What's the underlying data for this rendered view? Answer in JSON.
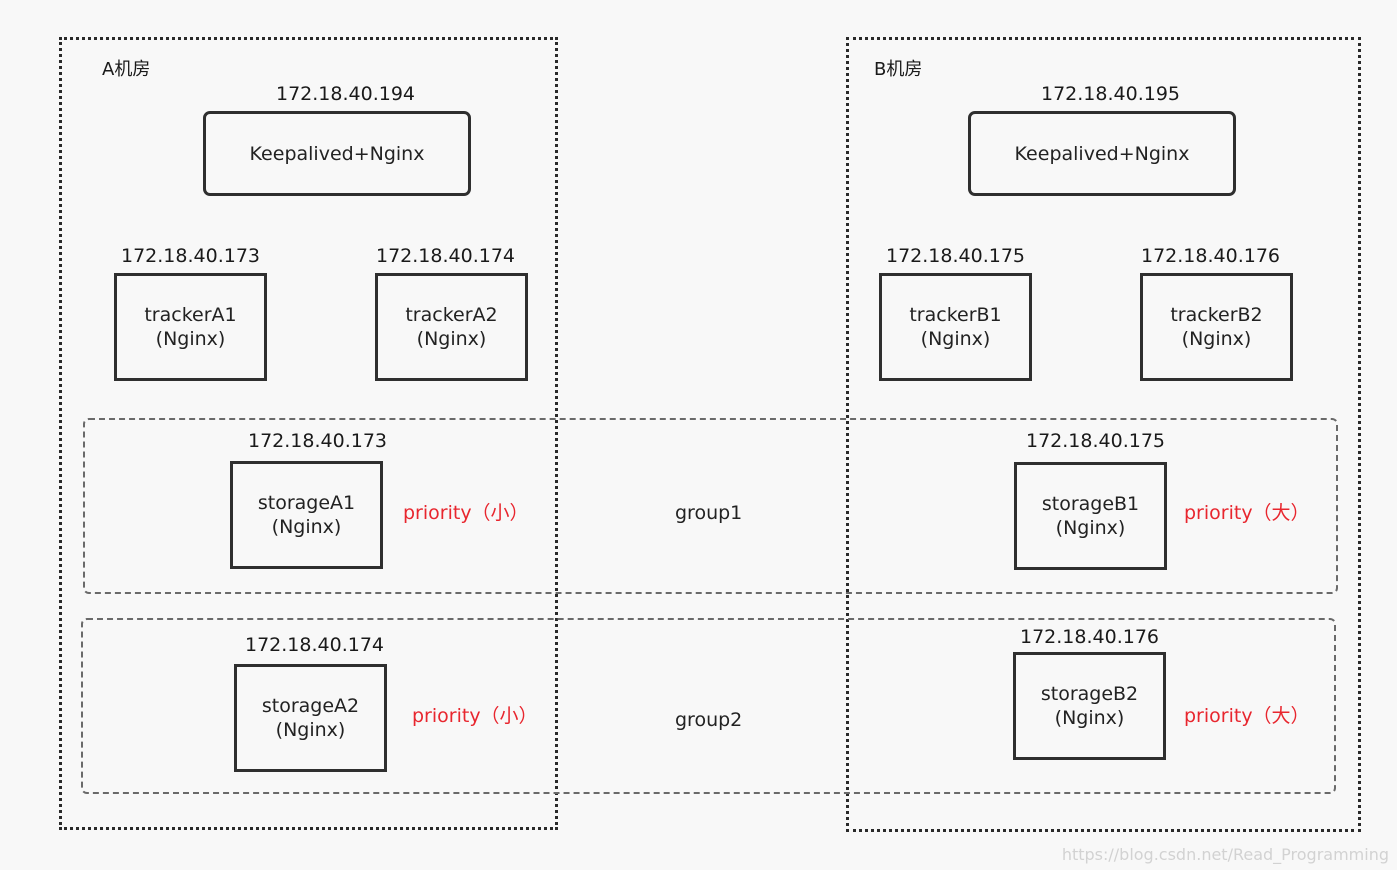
{
  "rooms": {
    "a": {
      "label": "A机房"
    },
    "b": {
      "label": "B机房"
    }
  },
  "nodes": {
    "lb_a": {
      "ip": "172.18.40.194",
      "name": "Keepalived+Nginx"
    },
    "lb_b": {
      "ip": "172.18.40.195",
      "name": "Keepalived+Nginx"
    },
    "tracker_a1": {
      "ip": "172.18.40.173",
      "name": "trackerA1",
      "sub": "(Nginx)"
    },
    "tracker_a2": {
      "ip": "172.18.40.174",
      "name": "trackerA2",
      "sub": "(Nginx)"
    },
    "tracker_b1": {
      "ip": "172.18.40.175",
      "name": "trackerB1",
      "sub": "(Nginx)"
    },
    "tracker_b2": {
      "ip": "172.18.40.176",
      "name": "trackerB2",
      "sub": "(Nginx)"
    },
    "storage_a1": {
      "ip": "172.18.40.173",
      "name": "storageA1",
      "sub": "(Nginx)",
      "priority": "priority（小）"
    },
    "storage_a2": {
      "ip": "172.18.40.174",
      "name": "storageA2",
      "sub": "(Nginx)",
      "priority": "priority（小）"
    },
    "storage_b1": {
      "ip": "172.18.40.175",
      "name": "storageB1",
      "sub": "(Nginx)",
      "priority": "priority（大）"
    },
    "storage_b2": {
      "ip": "172.18.40.176",
      "name": "storageB2",
      "sub": "(Nginx)",
      "priority": "priority（大）"
    }
  },
  "groups": {
    "group1": {
      "label": "group1"
    },
    "group2": {
      "label": "group2"
    }
  },
  "colors": {
    "priority": "#e8262e",
    "border": "#2f2f2f",
    "background": "#f8f8f8"
  },
  "watermark": "https://blog.csdn.net/Read_Programming"
}
